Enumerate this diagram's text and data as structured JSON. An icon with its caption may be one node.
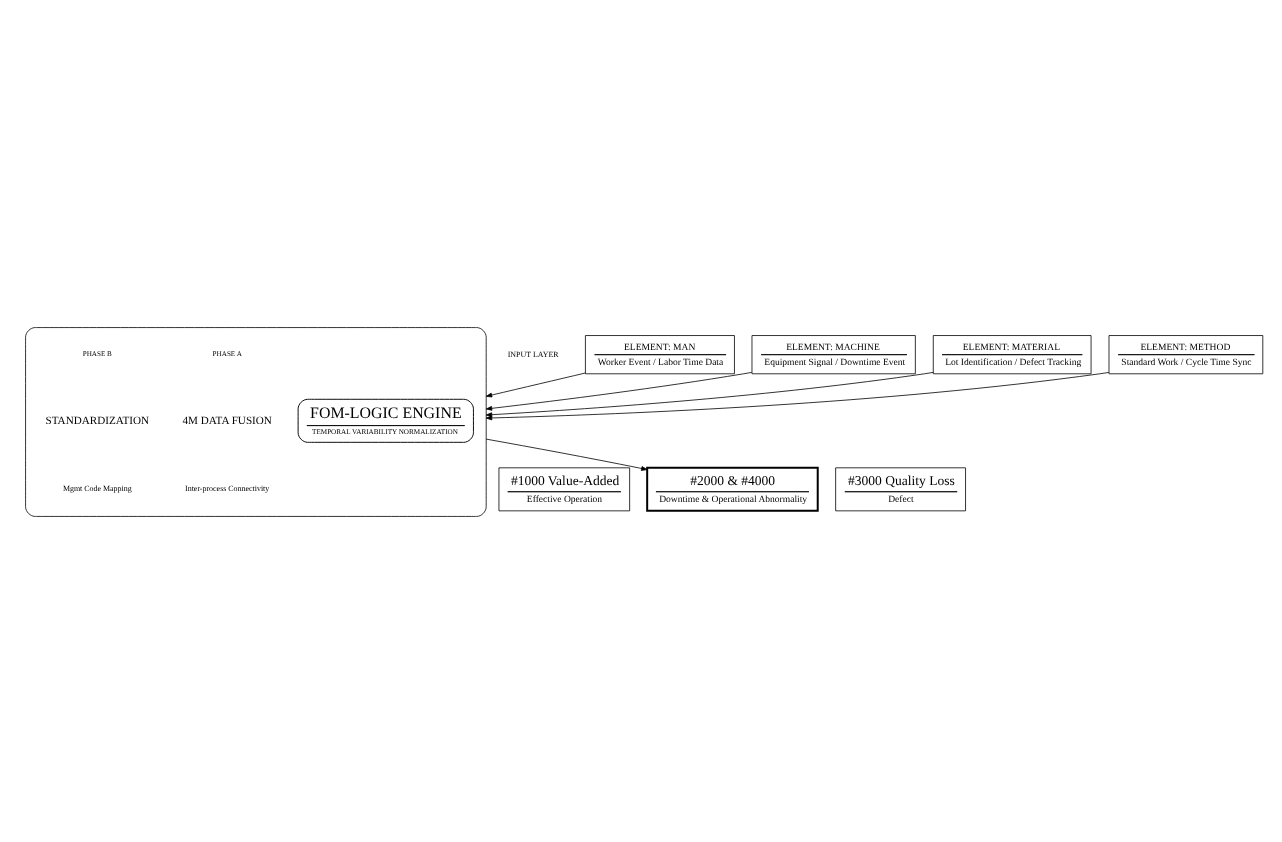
{
  "diagram": {
    "nodes": [
      {
        "text": [
          "ELEMENT: MAN",
          "Worker Event / Labor Time Data"
        ]
      },
      {
        "text": [
          "ELEMENT: MACHINE",
          "Equipment Signal / Downtime Event"
        ]
      },
      {
        "text": [
          "ELEMENT: MATERIAL",
          "Lot Identification / Defect Tracking"
        ]
      },
      {
        "text": [
          "ELEMENT: METHOD",
          "Standard Work / Cycle Time Sync"
        ]
      },
      {
        "text": [],
        "shape": "box"
      },
      {
        "text": [
          "FOM-LOGIC ENGINE",
          "TEMPORAL VARIABILITY NORMALIZATION"
        ],
        "in": 4
      },
      {
        "text": [
          "#1000 Value-Added",
          "Effective Operation"
        ]
      },
      {
        "text": [
          "#2000 & #4000",
          "Downtime & Operational Abnormality"
        ]
      },
      {
        "text": [
          "#3000 Quality Loss",
          "Defect"
        ]
      }
    ],
    "edges": [
      {
        "from": 0,
        "to": 4,
        "arrow": "to"
      },
      {
        "from": 1,
        "to": 4,
        "arrow": "to"
      },
      {
        "from": 2,
        "to": 4,
        "arrow": "to"
      },
      {
        "from": 3,
        "to": 4,
        "arrow": "to"
      },
      {
        "from": 4,
        "to": 7,
        "arrow": "to"
      }
    ],
    "labels": [
      "INPUT LAYER",
      "PHASE A",
      "4M DATA FUSION",
      "Inter-process Connectivity",
      "PHASE B",
      "STANDARDIZATION",
      "Mgmt Code Mapping"
    ]
  }
}
